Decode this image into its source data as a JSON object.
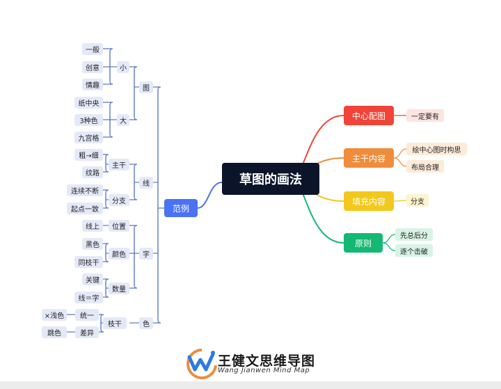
{
  "center": {
    "title": "草图的画法"
  },
  "left_branch": {
    "label": "范例",
    "children": [
      {
        "label": "图",
        "children": [
          {
            "label": "小",
            "children": [
              "一般",
              "创意",
              "情趣"
            ]
          },
          {
            "label": "大",
            "children": [
              "纸中央",
              "3种色",
              "九宫格"
            ]
          }
        ]
      },
      {
        "label": "线",
        "children": [
          {
            "label": "主干",
            "children": [
              "粗→细",
              "纹路"
            ]
          },
          {
            "label": "分支",
            "children": [
              "连续不断",
              "起点一致"
            ]
          }
        ]
      },
      {
        "label": "字",
        "children": [
          {
            "label": "位置",
            "children": [
              "线上"
            ]
          },
          {
            "label": "颜色",
            "children": [
              "黑色",
              "同枝干"
            ]
          },
          {
            "label": "数量",
            "children": [
              "关键",
              "线＝字"
            ]
          }
        ]
      },
      {
        "label": "色",
        "children": [
          {
            "label": "枝干",
            "children": [
              {
                "label": "统一",
                "children": [
                  "×浅色"
                ]
              },
              {
                "label": "差异",
                "children": [
                  "跳色"
                ]
              }
            ]
          }
        ]
      }
    ]
  },
  "right_branches": [
    {
      "label": "中心配图",
      "color": "#f04438",
      "leaf_bg": "#fde4e1",
      "children": [
        "一定要有"
      ]
    },
    {
      "label": "主干内容",
      "color": "#f08c3a",
      "leaf_bg": "#fdebd9",
      "children": [
        "绘中心图时构思",
        "布局合理"
      ]
    },
    {
      "label": "填充内容",
      "color": "#f2c81c",
      "leaf_bg": "#fdf4cf",
      "children": [
        "分支"
      ]
    },
    {
      "label": "原则",
      "color": "#13b873",
      "leaf_bg": "#d7f4e6",
      "children": [
        "先总后分",
        "逐个击破"
      ]
    }
  ],
  "colors": {
    "left_branch": "#4a72f5",
    "left_lines": "#5b74c8",
    "center_bg": "#0c1429"
  },
  "logo": {
    "title": "王健文思维导图",
    "subtitle": "Wang Jianwen Mind Map",
    "icon": "wave-w-logo-icon"
  }
}
